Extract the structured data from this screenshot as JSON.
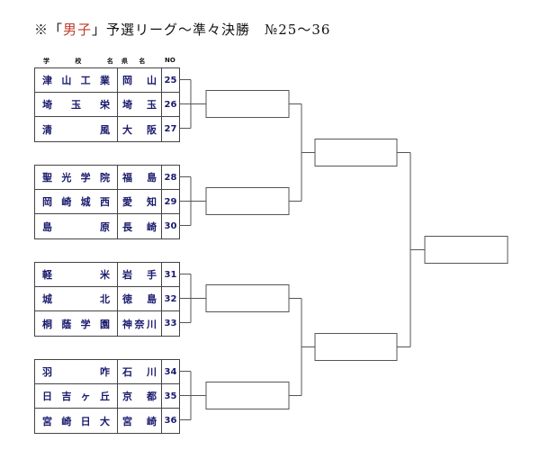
{
  "title": {
    "prefix": "※「",
    "highlight": "男子",
    "suffix": "」予選リーグ～準々決勝　№25～36"
  },
  "header": {
    "school": "学 校 名",
    "pref": "県 名",
    "no": "NO"
  },
  "groups": [
    {
      "teams": [
        {
          "school": "津山工業",
          "pref": "岡山",
          "no": "25"
        },
        {
          "school": "埼玉栄",
          "pref": "埼玉",
          "no": "26"
        },
        {
          "school": "清風",
          "pref": "大阪",
          "no": "27"
        }
      ]
    },
    {
      "teams": [
        {
          "school": "聖光学院",
          "pref": "福島",
          "no": "28"
        },
        {
          "school": "岡崎城西",
          "pref": "愛知",
          "no": "29"
        },
        {
          "school": "島原",
          "pref": "長崎",
          "no": "30"
        }
      ]
    },
    {
      "teams": [
        {
          "school": "軽米",
          "pref": "岩手",
          "no": "31"
        },
        {
          "school": "城北",
          "pref": "徳島",
          "no": "32"
        },
        {
          "school": "桐蔭学園",
          "pref": "神奈川",
          "no": "33"
        }
      ]
    },
    {
      "teams": [
        {
          "school": "羽咋",
          "pref": "石川",
          "no": "34"
        },
        {
          "school": "日吉ヶ丘",
          "pref": "京都",
          "no": "35"
        },
        {
          "school": "宮崎日大",
          "pref": "宮崎",
          "no": "36"
        }
      ]
    }
  ]
}
